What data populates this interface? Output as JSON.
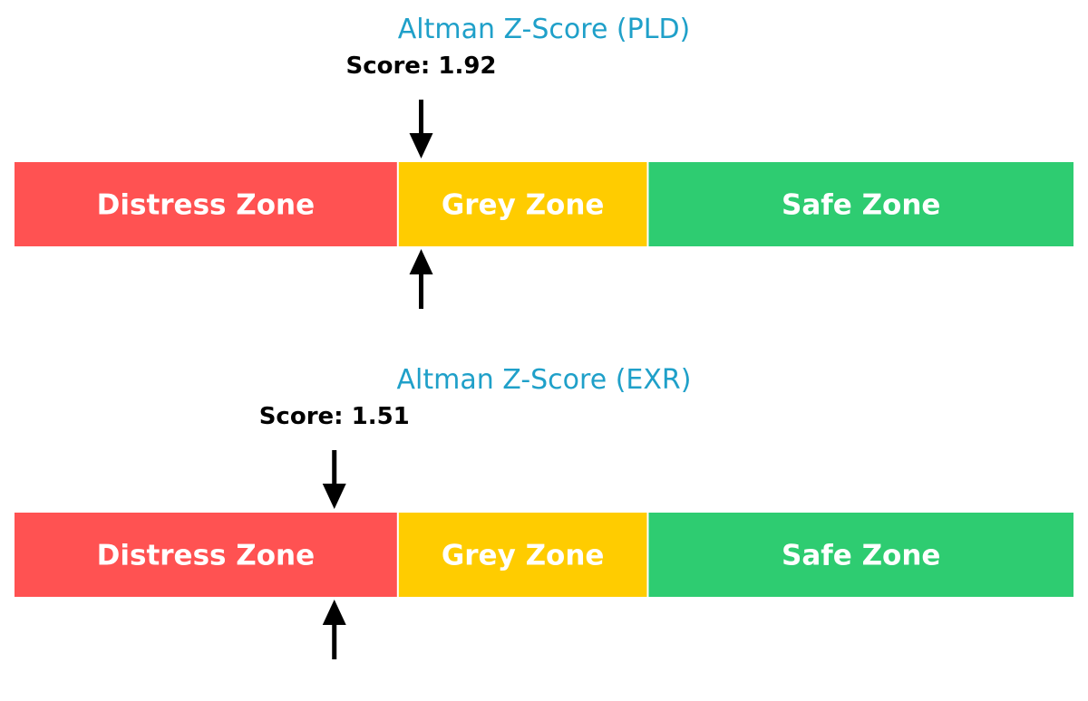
{
  "chart_data": [
    {
      "type": "gauge",
      "title": "Altman Z-Score (PLD)",
      "score_label": "Score: 1.92",
      "score": 1.92,
      "zones": [
        {
          "label": "Distress Zone",
          "from": 0.0,
          "to": 1.81,
          "color": "#ff5252"
        },
        {
          "label": "Grey Zone",
          "from": 1.81,
          "to": 2.99,
          "color": "#ffcc00"
        },
        {
          "label": "Safe Zone",
          "from": 2.99,
          "to": 5.0,
          "color": "#2ecc71"
        }
      ]
    },
    {
      "type": "gauge",
      "title": "Altman Z-Score (EXR)",
      "score_label": "Score: 1.51",
      "score": 1.51,
      "zones": [
        {
          "label": "Distress Zone",
          "from": 0.0,
          "to": 1.81,
          "color": "#ff5252"
        },
        {
          "label": "Grey Zone",
          "from": 1.81,
          "to": 2.99,
          "color": "#ffcc00"
        },
        {
          "label": "Safe Zone",
          "from": 2.99,
          "to": 5.0,
          "color": "#2ecc71"
        }
      ]
    }
  ],
  "colors": {
    "title": "#1fa0c9",
    "score_text": "#000000",
    "zone_text": "#ffffff",
    "arrow": "#000000"
  }
}
